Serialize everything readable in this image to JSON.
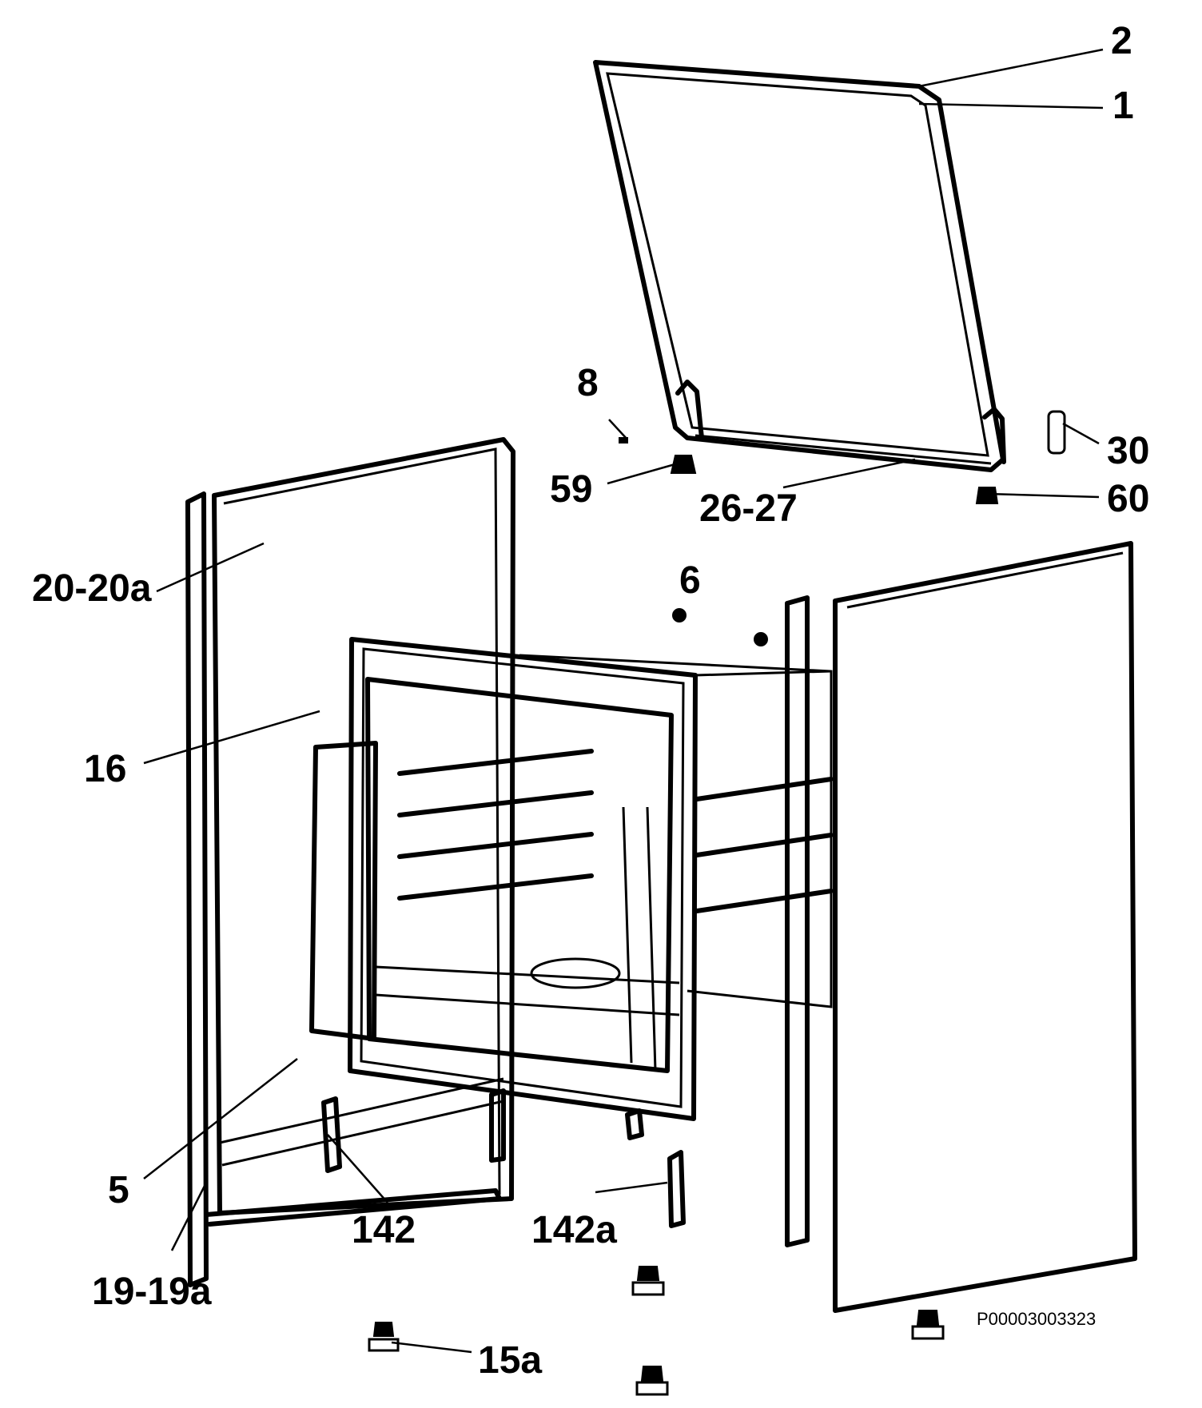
{
  "diagram": {
    "code": "P00003003323",
    "labels": [
      {
        "id": "2",
        "text": "2"
      },
      {
        "id": "1",
        "text": "1"
      },
      {
        "id": "8",
        "text": "8"
      },
      {
        "id": "30",
        "text": "30"
      },
      {
        "id": "59",
        "text": "59"
      },
      {
        "id": "26-27",
        "text": "26-27"
      },
      {
        "id": "60",
        "text": "60"
      },
      {
        "id": "20-20a",
        "text": "20-20a"
      },
      {
        "id": "6",
        "text": "6"
      },
      {
        "id": "16",
        "text": "16"
      },
      {
        "id": "5",
        "text": "5"
      },
      {
        "id": "142",
        "text": "142"
      },
      {
        "id": "142a",
        "text": "142a"
      },
      {
        "id": "19-19a",
        "text": "19-19a"
      },
      {
        "id": "15a",
        "text": "15a"
      }
    ]
  }
}
